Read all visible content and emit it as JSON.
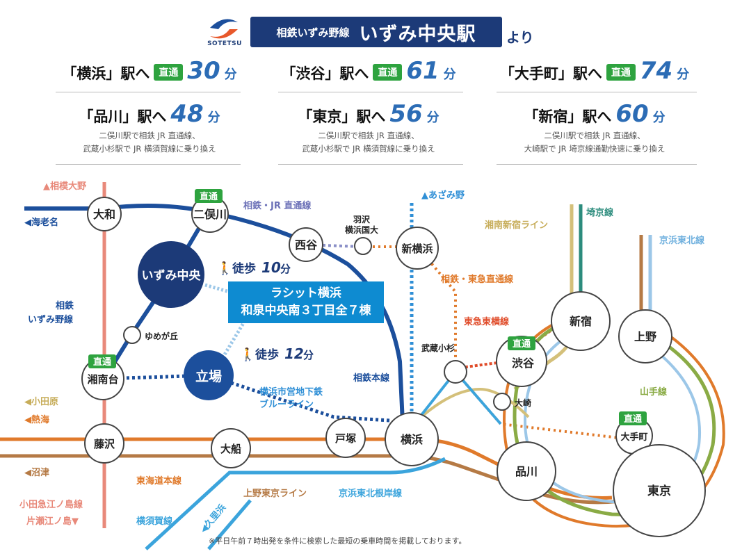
{
  "header": {
    "logo_text": "SOTETSU",
    "line_name": "相鉄いずみ野線",
    "station": "いずみ中央駅",
    "suffix": "より"
  },
  "times": [
    {
      "dest": "「横浜」駅へ",
      "badge": "直通",
      "minutes": "30",
      "unit": "分",
      "notes": []
    },
    {
      "dest": "「渋谷」駅へ",
      "badge": "直通",
      "minutes": "61",
      "unit": "分",
      "notes": []
    },
    {
      "dest": "「大手町」駅へ",
      "badge": "直通",
      "minutes": "74",
      "unit": "分",
      "notes": []
    },
    {
      "dest": "「品川」駅へ",
      "badge": "",
      "minutes": "48",
      "unit": "分",
      "notes": [
        "二俣川駅で相鉄 JR 直通線、",
        "武蔵小杉駅で JR 横須賀線に乗り換え"
      ]
    },
    {
      "dest": "「東京」駅へ",
      "badge": "",
      "minutes": "56",
      "unit": "分",
      "notes": [
        "二俣川駅で相鉄 JR 直通線、",
        "武蔵小杉駅で JR 横須賀線に乗り換え"
      ]
    },
    {
      "dest": "「新宿」駅へ",
      "badge": "",
      "minutes": "60",
      "unit": "分",
      "notes": [
        "二俣川駅で相鉄 JR 直通線、",
        "大崎駅で JR 埼京線通勤快速に乗り換え"
      ]
    }
  ],
  "map": {
    "stations": {
      "yamato": "大和",
      "futamatagawa": "二俣川",
      "nishiya": "西谷",
      "izumi_chuo": "いずみ中央",
      "yumegaoka": "ゆめが丘",
      "shonandai": "湘南台",
      "tateba": "立場",
      "fujisawa": "藤沢",
      "ofuna": "大船",
      "totsuka": "戸塚",
      "yokohama": "横浜",
      "shin_yokohama": "新横浜",
      "musashi_kosugi": "武蔵小杉",
      "shibuya": "渋谷",
      "osaki": "大崎",
      "shinagawa": "品川",
      "shinjuku": "新宿",
      "ueno": "上野",
      "otemachi": "大手町",
      "tokyo": "東京",
      "hazawa": "羽沢\n横浜国大"
    },
    "badges": {
      "futamatagawa": "直通",
      "shonandai": "直通",
      "shibuya": "直通",
      "otemachi": "直通"
    },
    "walk1": {
      "label": "徒歩",
      "num": "10",
      "unit": "分"
    },
    "walk2": {
      "label": "徒歩",
      "num": "12",
      "unit": "分"
    },
    "property": {
      "line1": "ラシット横浜",
      "line2": "和泉中央南３丁目全７棟"
    },
    "lines": {
      "sagami_ono": "▲相模大野",
      "ebina": "◀海老名",
      "sotetsu_jr": "相鉄・JR 直通線",
      "azamino": "▲あざみ野",
      "shonan_shinjuku": "湘南新宿ライン",
      "saikyo": "埼京線",
      "keihin_tohoku": "京浜東北線",
      "sotetsu_tokyu": "相鉄・東急直通線",
      "toyoko": "東急東横線",
      "sotetsu_izumino": "相鉄\nいずみ野線",
      "sotetsu_main": "相鉄本線",
      "blue_line": "横浜市営地下鉄\nブルーライン",
      "yamanote": "山手線",
      "odawara": "◀小田原",
      "atami": "◀熱海",
      "numazu": "◀沼津",
      "tokaido": "東海道本線",
      "ueno_tokyo": "上野東京ライン",
      "keihin_negishi": "京浜東北根岸線",
      "odakyu_enoshima": "小田急江ノ島線",
      "katase": "片瀬江ノ島▼",
      "yokosuka": "横須賀線",
      "kurihama": "◀久里浜"
    },
    "colors": {
      "sotetsu": "#1c4f9c",
      "blue_line": "#2f8fd6",
      "jr_blue": "#3ba4dc",
      "tokaido": "#e07a2b",
      "ueno_tokyo": "#c17a3a",
      "odakyu": "#e8897a",
      "yamanote": "#8aab45",
      "saikyo": "#2c8c7d",
      "shonan": "#d4c07a",
      "keihin": "#9cc7e8",
      "toyoko": "#e04c2a",
      "green_badge": "#2ea33f"
    }
  },
  "footnote": "※平日午前７時出発を条件に検索した最短の乗車時間を掲載しております。"
}
